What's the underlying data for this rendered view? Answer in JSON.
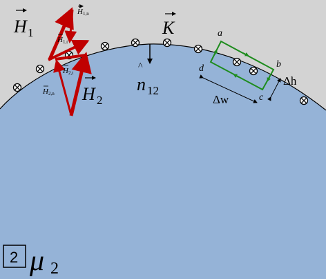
{
  "colors": {
    "outside_bg": "#d3d3d3",
    "region2_fill": "#95b3d7",
    "field_vectors": "#c00000",
    "loop": "#1e8c1e",
    "boundary": "#000000"
  },
  "labels": {
    "H1": "H",
    "H1_sub": "1",
    "H1n": "H",
    "H1n_sub": "1,n",
    "H1t": "H",
    "H1t_sub": "1,t",
    "H2": "H",
    "H2_sub": "2",
    "H2t": "H",
    "H2t_sub": "2,t",
    "H2n": "H",
    "H2n_sub": "2,n",
    "K": "K",
    "n": "n",
    "n_sub": "12",
    "a": "a",
    "b": "b",
    "c": "c",
    "d": "d",
    "dh": "Δh",
    "dw": "Δw",
    "region_number": "2",
    "mu": "μ",
    "mu_sub": "2"
  },
  "icons": {
    "current_marker": "current-into-page-icon",
    "vector_arrow": "vector-arrow-icon"
  }
}
